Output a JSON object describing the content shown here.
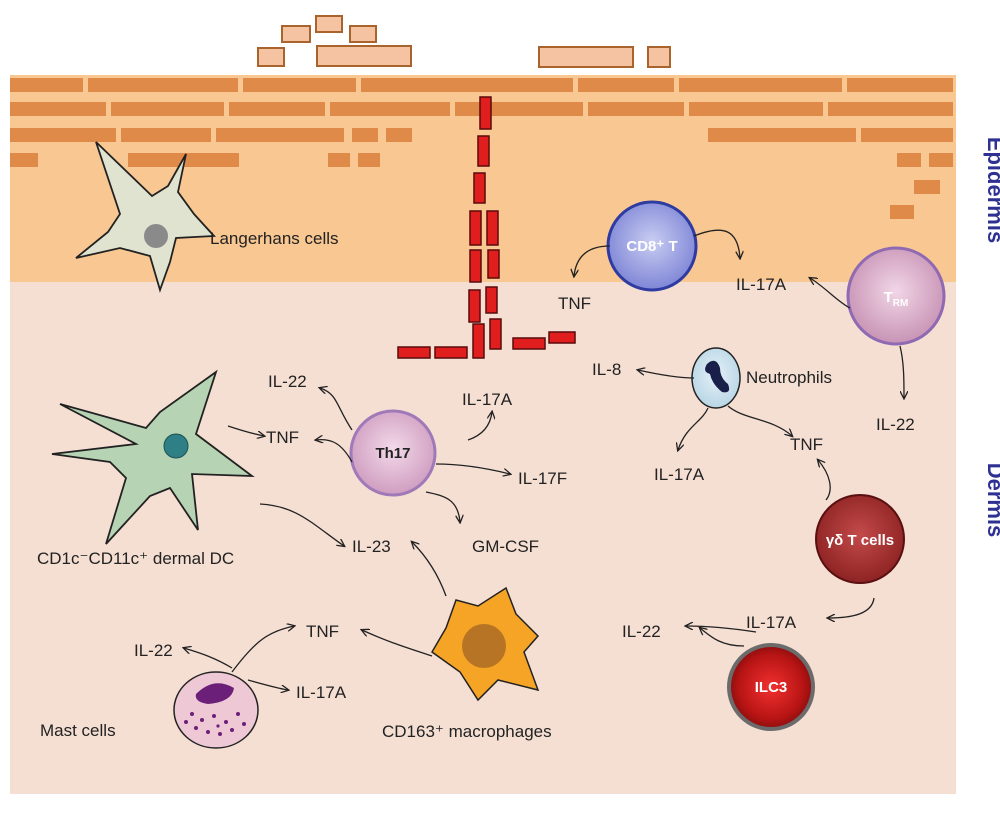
{
  "layers": {
    "epidermis": "Epidermis",
    "dermis": "Dermis"
  },
  "colors": {
    "epidermis": "#f9c792",
    "dermis": "#f5dfd3",
    "brick": "#e08a4a",
    "flake": "#f5c3a2",
    "flake_border": "#a8642c",
    "red_block": "#e01e1e",
    "layer_label": "#2e3192"
  },
  "cells": {
    "langerhans": "Langerhans cells",
    "cd8": "CD8⁺ T",
    "trm_main": "T",
    "trm_sub": "RM",
    "neutrophils": "Neutrophils",
    "th17": "Th17",
    "dermal_dc": "CD1c⁻CD11c⁺ dermal DC",
    "gd_t": "γδ T cells",
    "ilc3": "ILC3",
    "macrophages": "CD163⁺ macrophages",
    "mast": "Mast cells"
  },
  "cytokines": {
    "cd8_tnf": "TNF",
    "cd8_il17a": "IL-17A",
    "trm_il22": "IL-22",
    "neu_il8": "IL-8",
    "neu_il17a": "IL-17A",
    "neu_tnf": "TNF",
    "th17_il22": "IL-22",
    "th17_tnf": "TNF",
    "th17_il17a": "IL-17A",
    "th17_il17f": "IL-17F",
    "th17_gmcsf": "GM-CSF",
    "il23": "IL-23",
    "gd_il17a": "IL-17A",
    "ilc3_il22": "IL-22",
    "mac_tnf": "TNF",
    "mast_il22": "IL-22",
    "mast_il17a": "IL-17A"
  }
}
